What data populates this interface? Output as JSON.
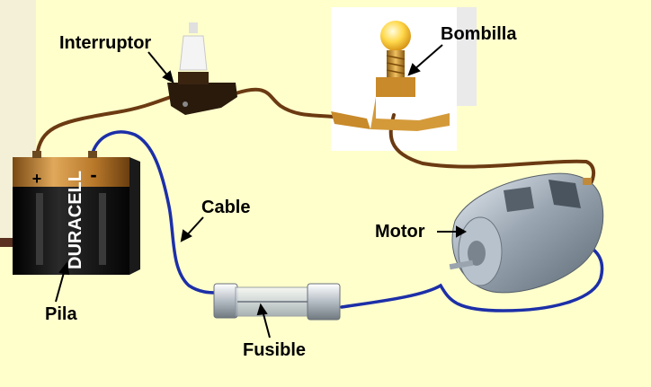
{
  "labels": {
    "switch": "Interruptor",
    "bulb": "Bombilla",
    "cable": "Cable",
    "motor": "Motor",
    "battery": "Pila",
    "fuse": "Fusible"
  },
  "battery": {
    "brand": "DURACELL",
    "plus": "+",
    "minus": "-"
  },
  "colors": {
    "background": "#ffffcc",
    "blue_wire": "#1c2fa8",
    "brown_wire": "#6b3a12",
    "battery_copper": "#b87a2a",
    "battery_black": "#111111"
  }
}
